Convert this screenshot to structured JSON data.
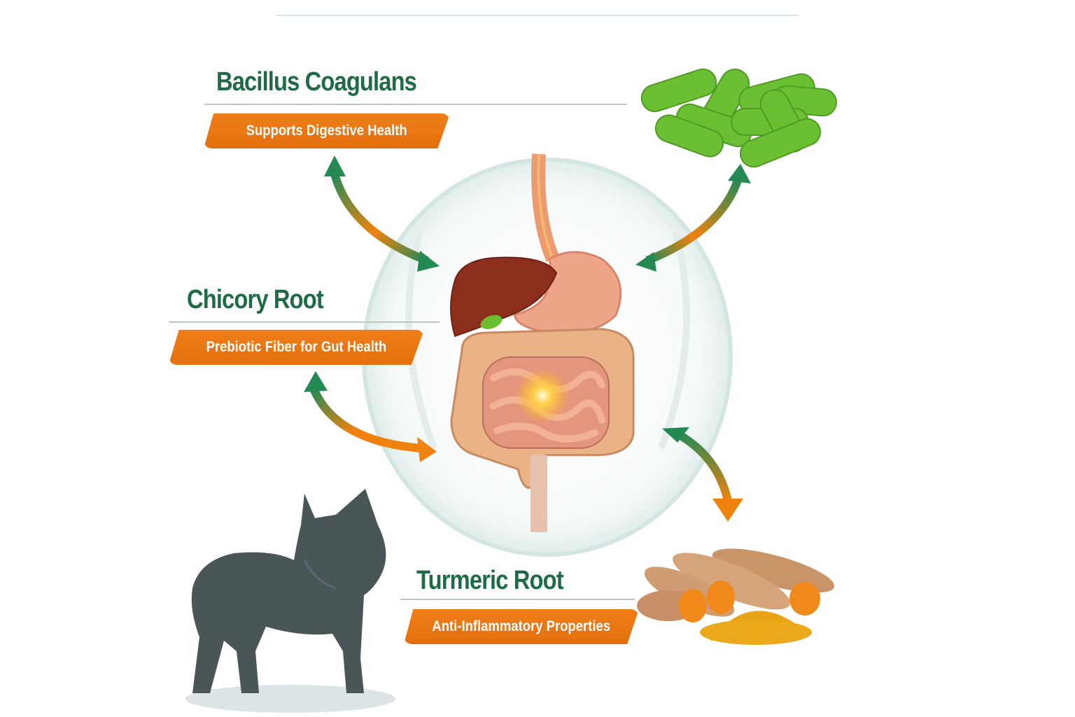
{
  "ingredients": [
    {
      "name": "Bacillus Coagulans",
      "benefit": "Supports Digestive Health",
      "image": "green-probiotic-capsules"
    },
    {
      "name": "Chicory Root",
      "benefit": "Prebiotic Fiber for Gut Health",
      "image": "none"
    },
    {
      "name": "Turmeric Root",
      "benefit": "Anti-Inflammatory Properties",
      "image": "turmeric-roots-and-powder"
    }
  ],
  "center": {
    "image": "digestive-system-illustration"
  },
  "subject": {
    "image": "french-bulldog-silhouette"
  },
  "colors": {
    "title_green": "#1f6b45",
    "badge_orange": "#e8750f",
    "arrow_green": "#248a54",
    "arrow_orange": "#f0820f",
    "rule_gray": "#b9c7c8",
    "dog_gray": "#4a5558"
  }
}
